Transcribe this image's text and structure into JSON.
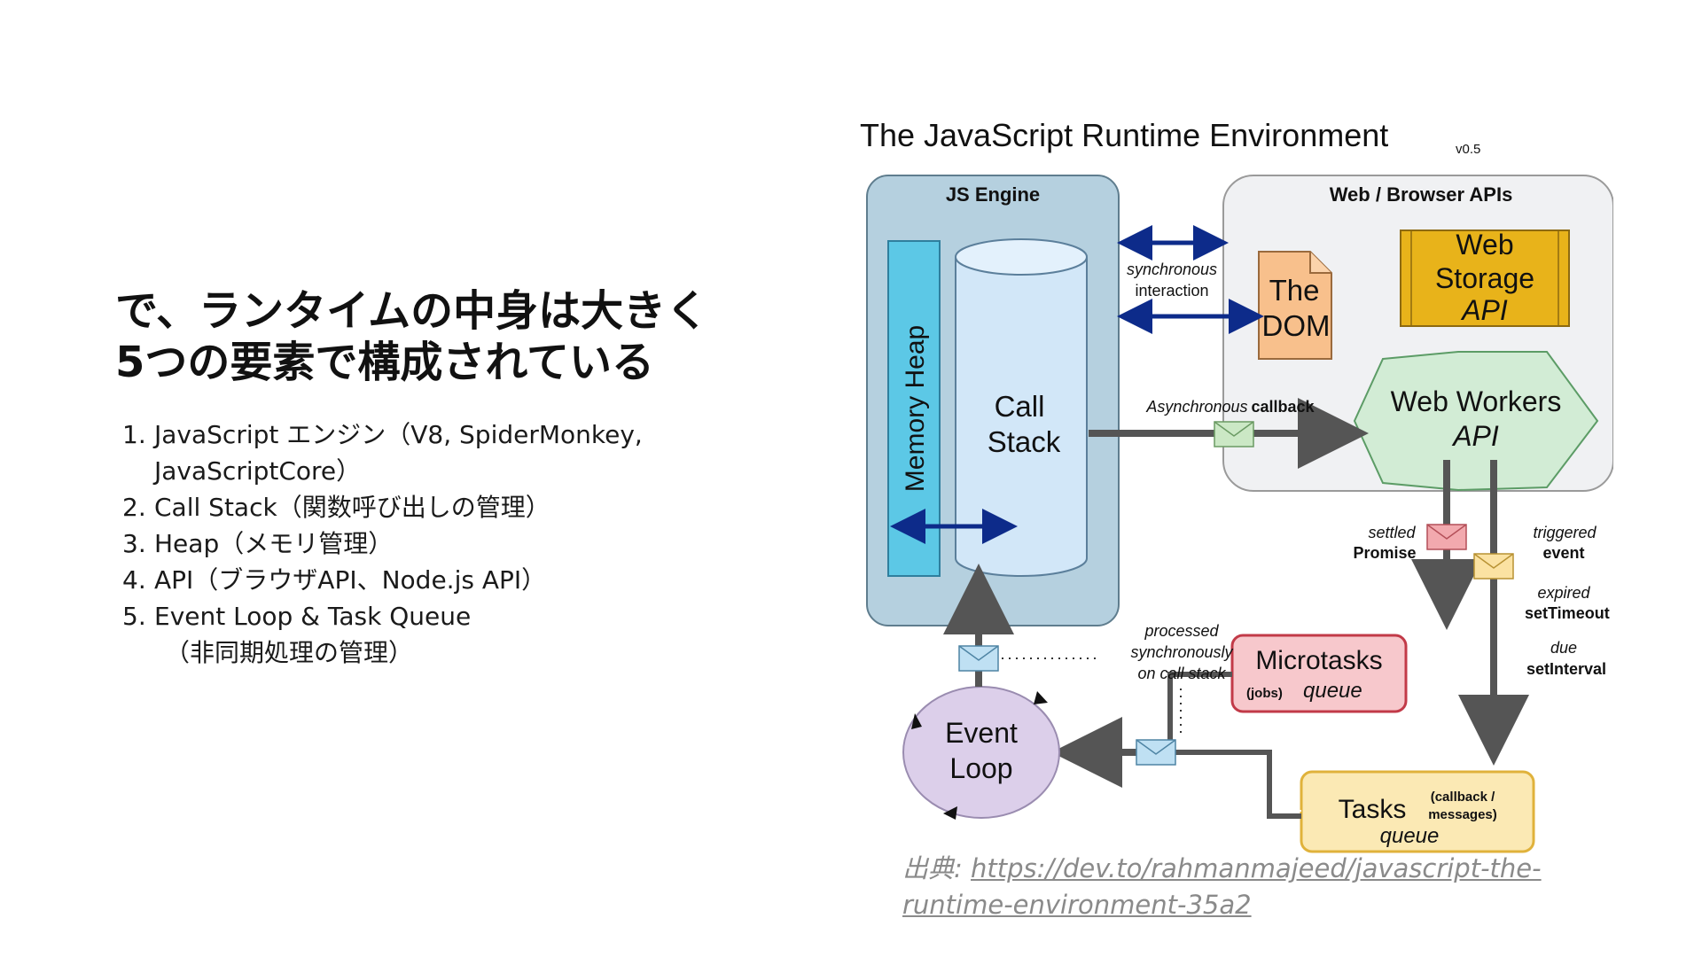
{
  "heading": {
    "line1": "で、ランタイムの中身は大きく",
    "line2": "5つの要素で構成されている"
  },
  "points": [
    {
      "num": "1.",
      "line1": "JavaScript エンジン（V8, SpiderMonkey,",
      "line2": "JavaScriptCore）"
    },
    {
      "num": "2.",
      "line1": "Call Stack（関数呼び出しの管理）"
    },
    {
      "num": "3.",
      "line1": "Heap（メモリ管理）"
    },
    {
      "num": "4.",
      "line1": "API（ブラウザAPI、Node.js API）"
    },
    {
      "num": "5.",
      "line1": "Event Loop & Task Queue",
      "line2": "（非同期処理の管理）"
    }
  ],
  "diagram": {
    "title": "The JavaScript Runtime Environment",
    "version": "v0.5",
    "js_engine_label": "JS Engine",
    "memory_heap_label": "Memory Heap",
    "call_stack_line1": "Call",
    "call_stack_line2": "Stack",
    "web_apis_label": "Web / Browser APIs",
    "dom_line1": "The",
    "dom_line2": "DOM",
    "storage_line1": "Web",
    "storage_line2": "Storage",
    "storage_line3": "API",
    "workers_line1": "Web Workers",
    "workers_line2": "API",
    "sync_line1": "synchronous",
    "sync_line2": "interaction",
    "async_prefix": "Asynchronous",
    "async_suffix": "callback",
    "settled": "settled",
    "promise": "Promise",
    "triggered": "triggered",
    "event": "event",
    "expired": "expired",
    "settimeout": "setTimeout",
    "due": "due",
    "setinterval": "setInterval",
    "processed_line1": "processed",
    "processed_line2": "synchronously",
    "processed_line3": "on call stack",
    "microtasks_title": "Microtasks",
    "microtasks_jobs": "(jobs)",
    "microtasks_queue": "queue",
    "tasks_title": "Tasks",
    "tasks_note1": "(callback /",
    "tasks_note2": "messages)",
    "tasks_queue": "queue",
    "event_loop_line1": "Event",
    "event_loop_line2": "Loop",
    "colors": {
      "engine_bg": "#b5d0df",
      "apis_bg": "#f0f1f3",
      "heap_fill": "#5cc8e6",
      "stack_fill": "#d2e7f8",
      "dom_fill": "#f8c08c",
      "storage_fill": "#e8b31a",
      "workers_fill": "#d2ecd5",
      "microtasks_fill": "#f7c8cc",
      "tasks_fill": "#fbe9b4",
      "event_loop_fill": "#dccfea",
      "sync_arrow": "#0d2b8a",
      "flow_arrow": "#555555"
    }
  },
  "source": {
    "prefix": "出典:",
    "url": "https://dev.to/rahmanmajeed/javascript-the-runtime-environment-35a2"
  }
}
